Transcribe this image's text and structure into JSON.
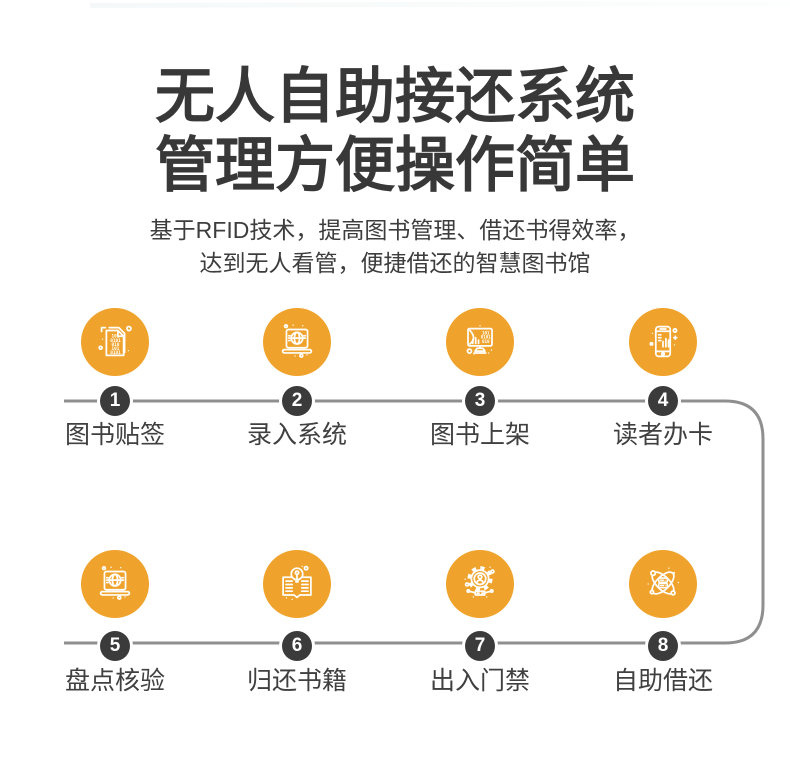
{
  "page": {
    "background": "#ffffff",
    "accent_orange": "#F0A32C",
    "badge_dark": "#3B3B3B",
    "line_gray": "#8F8F8F",
    "title_color": "#383838",
    "text_color": "#3D3D3D"
  },
  "header": {
    "title_line1": "无人自助接还系统",
    "title_line2": "管理方便操作简单",
    "subtitle_line1": "基于RFID技术，提高图书管理、借还书得效率，",
    "subtitle_line2": "达到无人看管，便捷借还的智慧图书馆"
  },
  "steps": [
    {
      "number": "1",
      "label": "图书贴签",
      "icon": "documents-binary-icon"
    },
    {
      "number": "2",
      "label": "录入系统",
      "icon": "laptop-globe-icon"
    },
    {
      "number": "3",
      "label": "图书上架",
      "icon": "monitor-chart-icon"
    },
    {
      "number": "4",
      "label": "读者办卡",
      "icon": "phone-chart-icon"
    },
    {
      "number": "5",
      "label": "盘点核验",
      "icon": "laptop-globe-icon"
    },
    {
      "number": "6",
      "label": "归还书籍",
      "icon": "book-bulb-icon"
    },
    {
      "number": "7",
      "label": "出入门禁",
      "icon": "gear-person-icon"
    },
    {
      "number": "8",
      "label": "自助借还",
      "icon": "atom-data-icon"
    }
  ],
  "icon_text": {
    "doc_binary": [
      "101",
      "0101",
      "010",
      "101",
      "0101"
    ],
    "monitor_binary": [
      "101",
      "0101",
      "010"
    ]
  }
}
